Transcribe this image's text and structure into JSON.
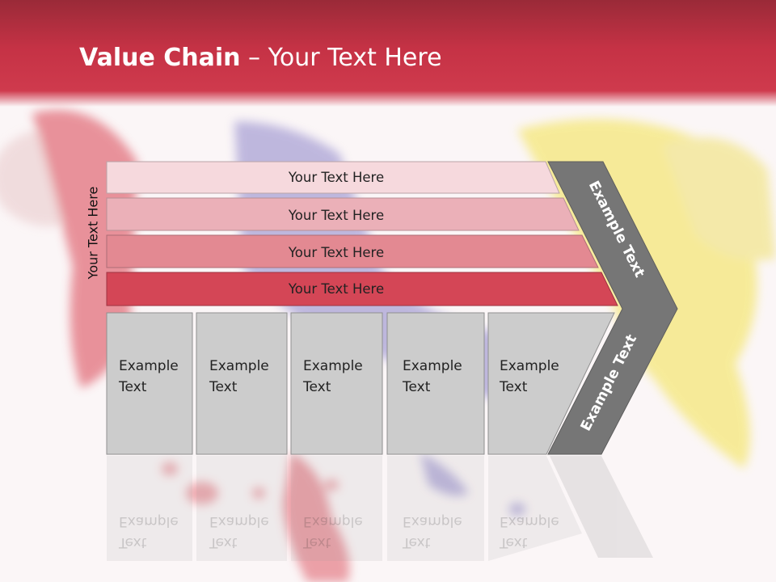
{
  "slide": {
    "title_bold": "Value Chain",
    "title_rest": " – Your Text Here",
    "side_label": "Your Text Here"
  },
  "rows": [
    {
      "label": "Your Text Here",
      "color": "#f6d9dd"
    },
    {
      "label": "Your Text Here",
      "color": "#ebb0b8"
    },
    {
      "label": "Your Text Here",
      "color": "#e38992"
    },
    {
      "label": "Your Text Here",
      "color": "#d44656"
    }
  ],
  "boxes": [
    {
      "line1": "Example",
      "line2": "Text"
    },
    {
      "line1": "Example",
      "line2": "Text"
    },
    {
      "line1": "Example",
      "line2": "Text"
    },
    {
      "line1": "Example",
      "line2": "Text"
    },
    {
      "line1": "Example",
      "line2": "Text"
    }
  ],
  "chevron": {
    "upper_label": "Example Text",
    "lower_label": "Example Text",
    "color": "#767676"
  },
  "colors": {
    "header": "#c53245",
    "box_fill": "#cccccc"
  }
}
